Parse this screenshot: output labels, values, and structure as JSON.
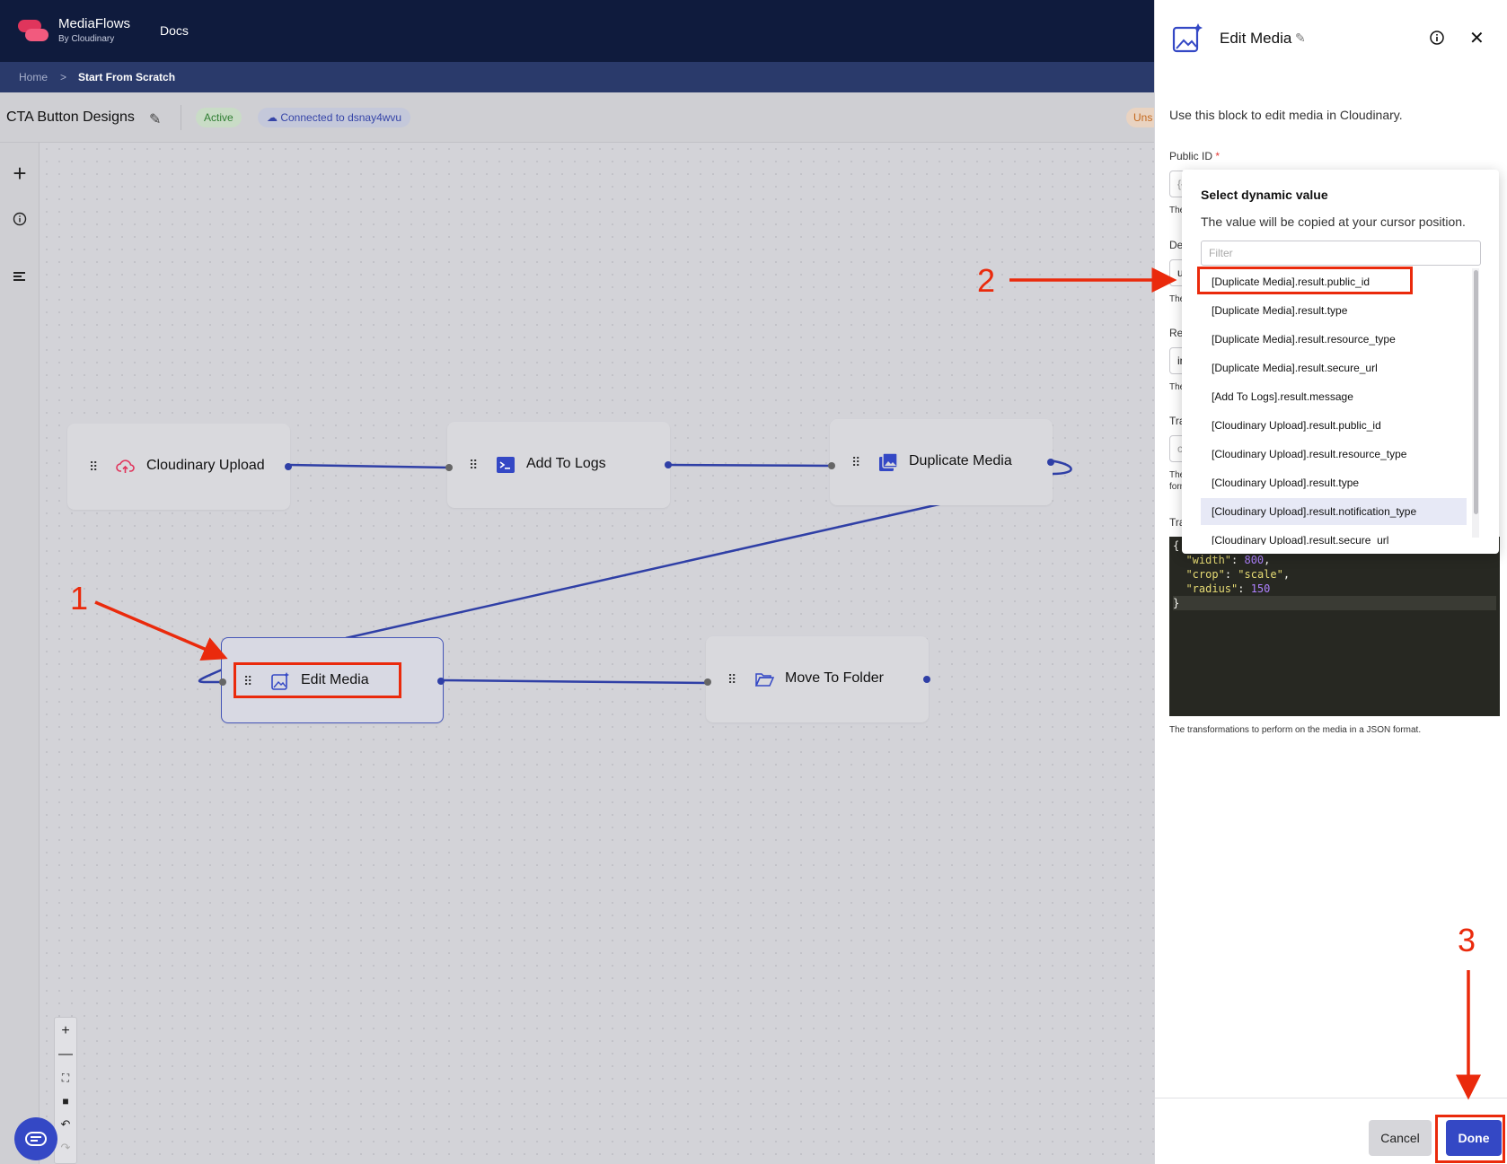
{
  "app": {
    "name": "MediaFlows",
    "subtitle": "By Cloudinary",
    "docs_link": "Docs"
  },
  "breadcrumb": {
    "home": "Home",
    "separator": ">",
    "current": "Start From Scratch"
  },
  "flow": {
    "title": "CTA Button Designs",
    "status": "Active",
    "connection": "Connected to dsnay4wvu",
    "unsaved_badge": "Uns"
  },
  "nodes": [
    {
      "id": "cloudinary-upload",
      "label": "Cloudinary Upload",
      "icon": "cloud-upload-icon"
    },
    {
      "id": "add-to-logs",
      "label": "Add To Logs",
      "icon": "terminal-icon"
    },
    {
      "id": "duplicate-media",
      "label": "Duplicate Media",
      "icon": "images-icon"
    },
    {
      "id": "edit-media",
      "label": "Edit Media",
      "icon": "image-sparkle-icon"
    },
    {
      "id": "move-to-folder",
      "label": "Move To Folder",
      "icon": "folder-open-icon"
    }
  ],
  "zoom_controls": {
    "zoom_in": "+",
    "zoom_out": "—"
  },
  "panel": {
    "title": "Edit Media",
    "description": "Use this block to edit media in Cloudinary.",
    "public_id_label": "Public ID",
    "required_mark": "*",
    "public_id_value": "{{",
    "help_the": "The",
    "delivery_label": "Del",
    "delivery_value": "up",
    "resource_label": "Res",
    "resource_value": "im",
    "transformation_label": "Tra",
    "transformation_value": "c",
    "help_form": "form",
    "code_lines": [
      "{",
      "  \"width\": 800,",
      "  \"crop\": \"scale\",",
      "  \"radius\": 150",
      "}"
    ],
    "code_help": "The transformations to perform on the media in a JSON format.",
    "cancel_label": "Cancel",
    "done_label": "Done"
  },
  "dynamic_value_popup": {
    "title": "Select dynamic value",
    "description": "The value will be copied at your cursor position.",
    "filter_placeholder": "Filter",
    "options": [
      "[Duplicate Media].result.public_id",
      "[Duplicate Media].result.type",
      "[Duplicate Media].result.resource_type",
      "[Duplicate Media].result.secure_url",
      "[Add To Logs].result.message",
      "[Cloudinary Upload].result.public_id",
      "[Cloudinary Upload].result.resource_type",
      "[Cloudinary Upload].result.type",
      "[Cloudinary Upload].result.notification_type",
      "[Cloudinary Upload].result.secure_url"
    ],
    "hovered_index": 8
  },
  "annotations": {
    "step1": "1",
    "step2": "2",
    "step3": "3"
  },
  "colors": {
    "nav_bg": "#0f1b3d",
    "accent": "#3448c5",
    "annotation": "#ea2a0c",
    "edge": "#2f3fa6"
  }
}
